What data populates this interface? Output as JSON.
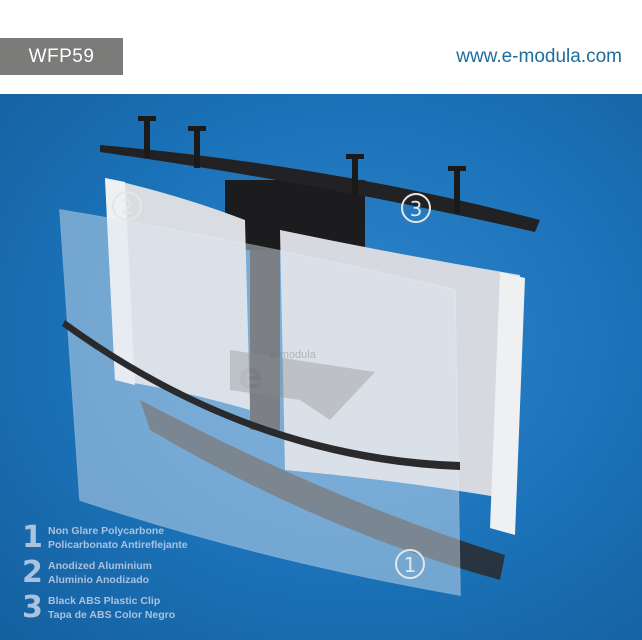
{
  "header": {
    "model_code": "WFP59",
    "website": "www.e-modula.com"
  },
  "watermark": "e-modula",
  "callouts": [
    "2",
    "3",
    "1"
  ],
  "legend": [
    {
      "number": "1",
      "line1": "Non Glare Polycarbone",
      "line2": "Policarbonato Antireflejante"
    },
    {
      "number": "2",
      "line1": "Anodized Aluminium",
      "line2": "Aluminio Anodizado"
    },
    {
      "number": "3",
      "line1": "Black ABS Plastic Clip",
      "line2": "Tapa de ABS Color Negro"
    }
  ],
  "colors": {
    "background": "#1b72b8",
    "header_box": "#7b7b79",
    "website": "#1f6d9c",
    "legend_text": "#a9c2e0"
  }
}
